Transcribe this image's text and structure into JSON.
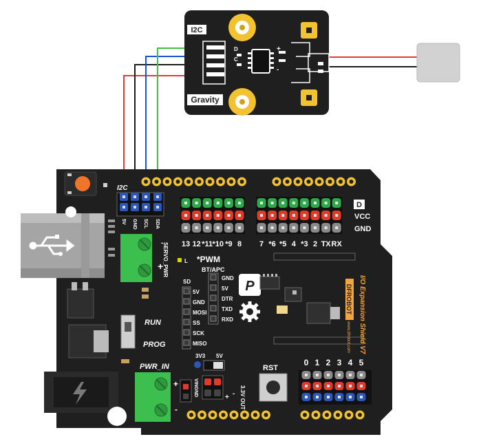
{
  "sensor_module": {
    "i2c_tag": "I2C",
    "gravity_tag": "Gravity",
    "pin_d": "D",
    "pin_c": "C",
    "plus": "+",
    "minus": "-"
  },
  "shield": {
    "i2c_label": "I2C",
    "i2c_pins": [
      "5V",
      "GND",
      "SCL",
      "SDA"
    ],
    "servo_pwr": "SERVO_PWR",
    "servo_plus": "+",
    "servo_minus": "-",
    "pwm_label": "*PWM",
    "led_label": "L",
    "bt_apc": "BT/APC",
    "bt_pins": [
      "GND",
      "5V",
      "DTR",
      "TXD",
      "RXD"
    ],
    "sd_label": "SD",
    "sd_pins": [
      "5V",
      "GND",
      "MOSI",
      "SS",
      "SCK",
      "MISO"
    ],
    "run": "RUN",
    "prog": "PROG",
    "pwr_in": "PWR_IN",
    "pwr_plus": "+",
    "pwr_minus": "-",
    "vin_gnd": "VINGND",
    "v3v3": "3V3",
    "v5": "5V",
    "out_33": "3.3V OUT",
    "rst": "RST",
    "row_d": "D",
    "row_vcc": "VCC",
    "row_gnd": "GND",
    "digital_labels": [
      "13",
      "12",
      "*11",
      "*10",
      "*9",
      "8",
      "7",
      "*6",
      "*5",
      "4",
      "*3",
      "2",
      "TX",
      "RX"
    ],
    "analog_labels": [
      "0",
      "1",
      "2",
      "3",
      "4",
      "5"
    ],
    "brand": "DFROBOT",
    "brand_url": "www.dfrobot.com",
    "product": "I/O Expansion Shield V7"
  },
  "colors": {
    "pcb": "#1f1f1f",
    "gold": "#f2c230",
    "wire_red": "#e53935",
    "wire_black": "#1a1a1a",
    "wire_blue": "#1e4fd8",
    "wire_green": "#43c043",
    "header_green": "#2ea84a",
    "header_red": "#e23a2a",
    "header_grey": "#8a8a8a",
    "header_blue": "#2a57b8",
    "terminal_green": "#3dbf4f",
    "orange": "#f0742a"
  }
}
